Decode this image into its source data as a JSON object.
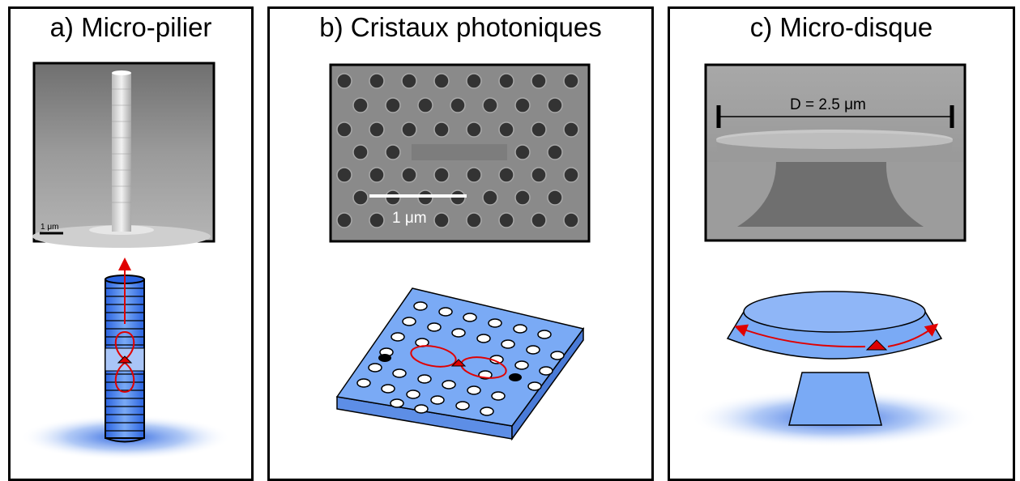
{
  "panels": [
    {
      "title": "a) Micro-pilier",
      "scale_bar": "1 μm"
    },
    {
      "title": "b) Cristaux photoniques",
      "scale_bar": "1 μm"
    },
    {
      "title": "c) Micro-disque",
      "scale_bar": "D = 2.5 μm"
    }
  ],
  "colors": {
    "border": "#000000",
    "structure_blue": "#7aaaf5",
    "dark_blue": "#2a63e0",
    "light_blue": "#c9dcf7",
    "arrow_red": "#e00000",
    "sem_gray": "#8a8a8a"
  }
}
